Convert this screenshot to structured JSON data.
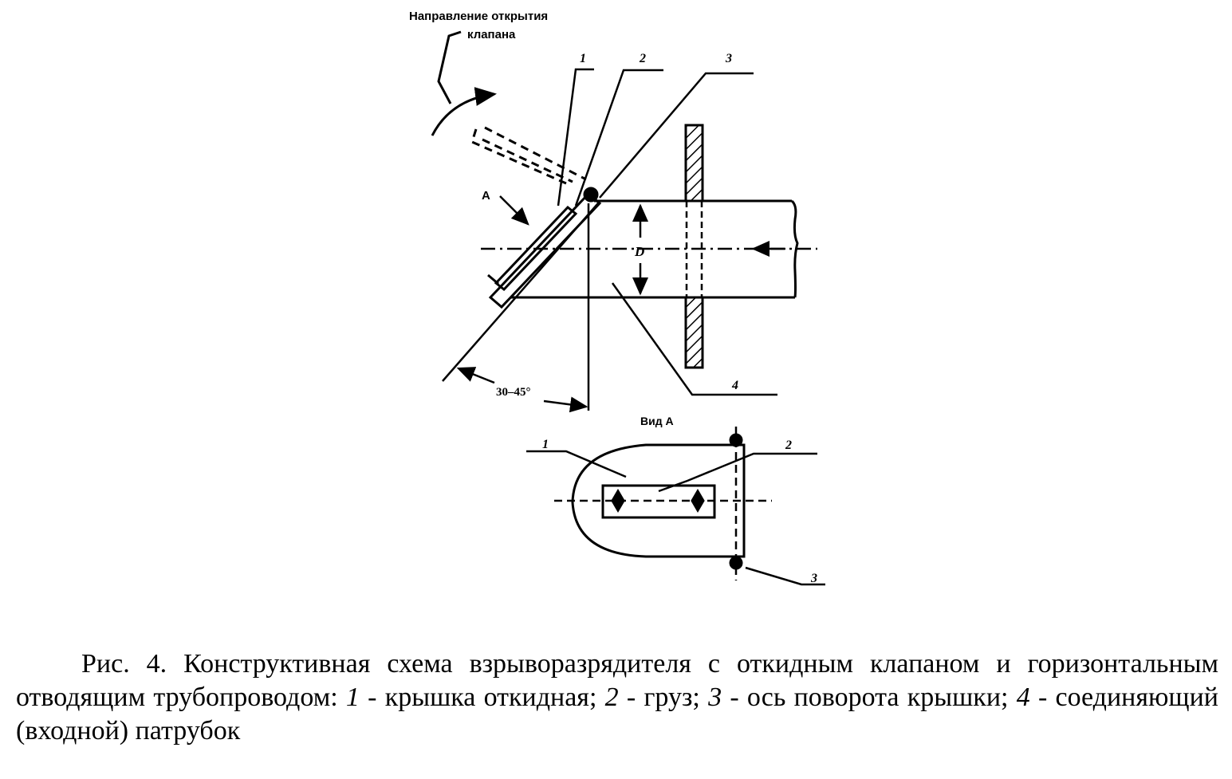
{
  "figure": {
    "direction_label_line1": "Направление открытия",
    "direction_label_line2": "клапана",
    "view_arrow_label": "A",
    "diameter_label": "D",
    "angle_label": "30–45°",
    "view_title": "Вид A",
    "callouts_side": [
      "1",
      "2",
      "3",
      "4"
    ],
    "callouts_view": [
      "1",
      "2",
      "3"
    ]
  },
  "caption": {
    "prefix": "Рис. 4. Конструктивная схема взрыворазрядителя с откидным клапаном и горизонтальным отводящим трубопроводом: ",
    "items": [
      {
        "num": "1",
        "text": " - крышка откидная; "
      },
      {
        "num": "2",
        "text": " - груз; "
      },
      {
        "num": "3",
        "text": " - ось поворота крышки; "
      },
      {
        "num": "4",
        "text": " - соединяющий (входной) патрубок"
      }
    ]
  }
}
